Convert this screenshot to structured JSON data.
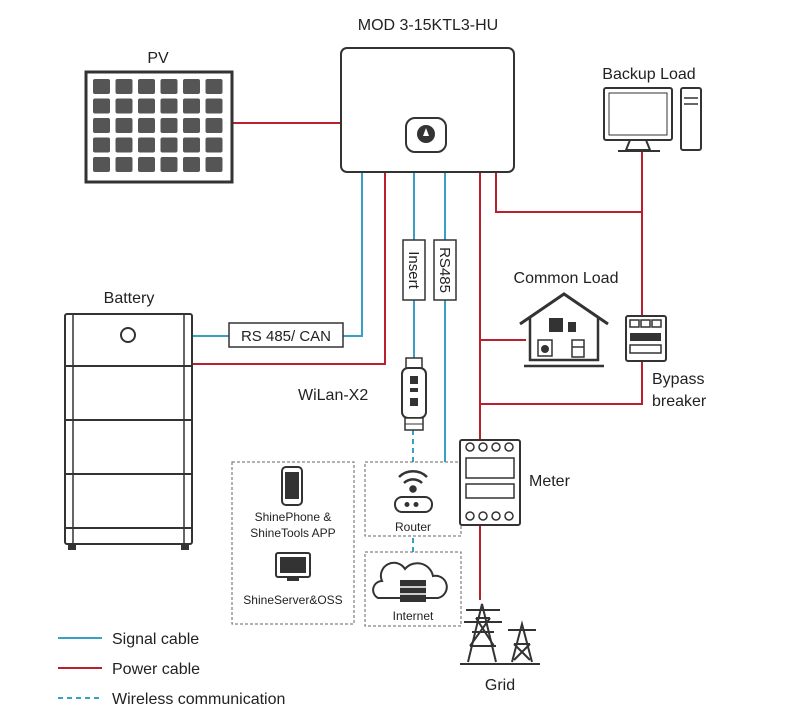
{
  "inverter": {
    "model": "MOD 3-15KTL3-HU"
  },
  "pv": {
    "label": "PV"
  },
  "battery": {
    "label": "Battery"
  },
  "backup_load": {
    "label": "Backup Load"
  },
  "common_load": {
    "label": "Common Load"
  },
  "bypass": {
    "label_line1": "Bypass",
    "label_line2": "breaker"
  },
  "meter": {
    "label": "Meter"
  },
  "grid": {
    "label": "Grid"
  },
  "wilan": {
    "label": "WiLan-X2"
  },
  "cables": {
    "battery_comm": "RS 485/ CAN",
    "insert": "Insert",
    "rs485": "RS485"
  },
  "apps": {
    "phone_line1": "ShinePhone &",
    "phone_line2": "ShineTools APP",
    "server": "ShineServer&OSS",
    "router": "Router",
    "internet": "Internet"
  },
  "legend": {
    "signal": "Signal cable",
    "power": "Power cable",
    "wireless": "Wireless communication"
  },
  "colors": {
    "signal": "#3a9fc4",
    "power": "#b8202e",
    "outline": "#333333",
    "dotted": "#666666"
  }
}
